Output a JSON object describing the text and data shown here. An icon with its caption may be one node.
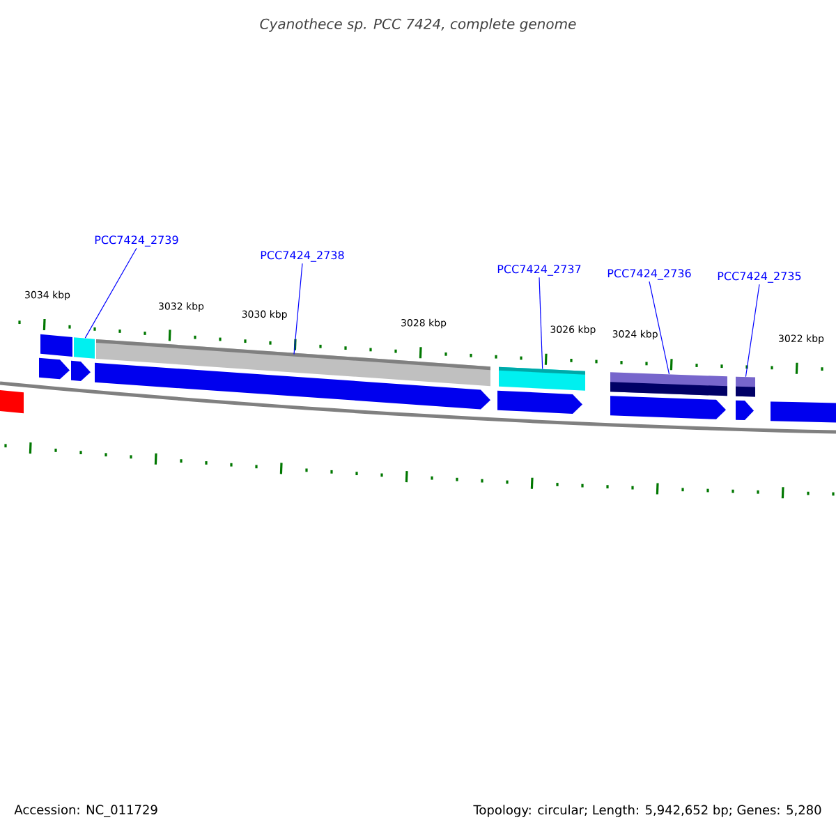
{
  "diagram": {
    "title": "Cyanothece sp. PCC 7424, complete genome",
    "nodes": [
      {
        "text": [
          "PCC7424_2739"
        ]
      },
      {
        "text": [
          "PCC7424_2738"
        ]
      },
      {
        "text": [
          "PCC7424_2737"
        ]
      },
      {
        "text": [
          "PCC7424_2736"
        ]
      },
      {
        "text": [
          "PCC7424_2735"
        ]
      },
      {
        "text": [],
        "shape": "bar"
      },
      {
        "text": [],
        "shape": "bar"
      },
      {
        "text": [],
        "shape": "bar"
      },
      {
        "text": [],
        "shape": "bar"
      },
      {
        "text": [],
        "shape": "bar"
      },
      {
        "text": [],
        "shape": "bar"
      },
      {
        "text": [],
        "shape": "bar"
      },
      {
        "text": [],
        "shape": "arrow"
      },
      {
        "text": [],
        "shape": "arrow"
      },
      {
        "text": [],
        "shape": "arrow"
      },
      {
        "text": [],
        "shape": "arrow"
      },
      {
        "text": [],
        "shape": "arrow"
      },
      {
        "text": [],
        "shape": "arrow"
      },
      {
        "text": [],
        "shape": "bar"
      }
    ],
    "edges": [
      {
        "from": 0,
        "to": 5,
        "arrow": "none"
      },
      {
        "from": 1,
        "to": 6,
        "arrow": "none"
      },
      {
        "from": 2,
        "to": 7,
        "arrow": "none"
      },
      {
        "from": 3,
        "to": 8,
        "arrow": "none"
      },
      {
        "from": 4,
        "to": 9,
        "arrow": "none"
      }
    ],
    "labels": [
      "3034 kbp",
      "3032 kbp",
      "3030 kbp",
      "3028 kbp",
      "3026 kbp",
      "3024 kbp",
      "3022 kbp",
      "Accession: NC_011729",
      "Topology: circular; Length: 5,942,652 bp; Genes: 5,280"
    ]
  }
}
